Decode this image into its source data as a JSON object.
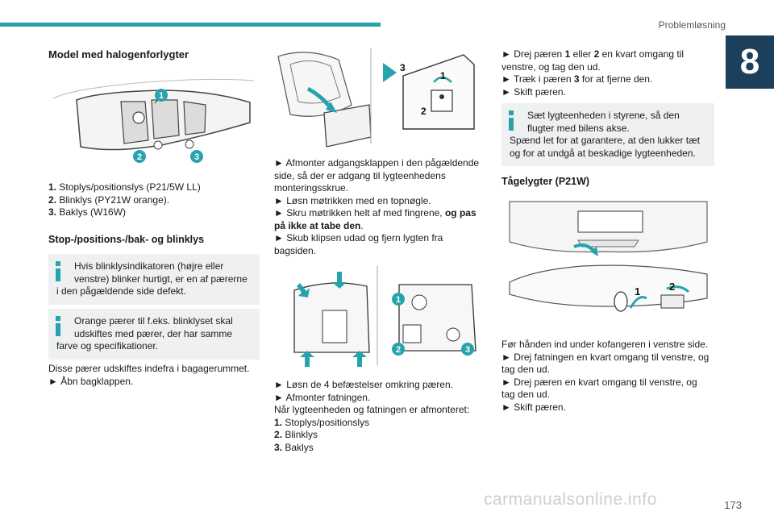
{
  "header": {
    "section": "Problemløsning",
    "chapter": "8"
  },
  "col1": {
    "heading": "Model med halogenforlygter",
    "list": [
      {
        "n": "1.",
        "t": "Stoplys/positionslys (P21/5W LL)"
      },
      {
        "n": "2.",
        "t": "Blinklys (PY21W orange)."
      },
      {
        "n": "3.",
        "t": "Baklys (W16W)"
      }
    ],
    "subheading": "Stop-/positions-/bak- og blinklys",
    "note1_l1": "Hvis blinklysindikatoren (højre eller",
    "note1_l2": "venstre) blinker hurtigt, er en af pærerne",
    "note1_l3": "i den pågældende side defekt.",
    "note2_l1": "Orange pærer til f.eks. blinklyset skal",
    "note2_l2": "udskiftes med pærer, der har samme",
    "note2_l3": "farve og specifikationer.",
    "p1": "Disse pærer udskiftes indefra i bagagerummet.",
    "p2": "► Åbn bagklappen."
  },
  "col2": {
    "s1_l1": "► Afmonter adgangsklappen i den pågældende",
    "s1_l2": "side, så der er adgang til lygteenhedens",
    "s1_l3": "monteringsskrue.",
    "s2": "► Løsn møtrikken med en topnøgle.",
    "s3_pre": "► Skru møtrikken helt af med fingrene, ",
    "s3_bold1": "og pas",
    "s3_bold2": "på ikke at tabe den",
    "s3_post": ".",
    "s4_l1": "► Skub klipsen udad og fjern lygten fra",
    "s4_l2": "bagsiden.",
    "s5": "► Løsn de 4 befæstelser omkring pæren.",
    "s6": "► Afmonter fatningen.",
    "s7": "Når lygteenheden og fatningen er afmonteret:",
    "list": [
      {
        "n": "1.",
        "t": "Stoplys/positionslys"
      },
      {
        "n": "2.",
        "t": "Blinklys"
      },
      {
        "n": "3.",
        "t": "Baklys"
      }
    ]
  },
  "col3": {
    "s1_pre": "► Drej pæren ",
    "s1_b1": "1",
    "s1_mid": " eller ",
    "s1_b2": "2",
    "s1_post": " en kvart omgang til",
    "s1_l2": "venstre, og tag den ud.",
    "s2_pre": "► Træk i pæren ",
    "s2_b": "3",
    "s2_post": " for at fjerne den.",
    "s3": "► Skift pæren.",
    "note_l1": "Sæt lygteenheden i styrene, så den",
    "note_l2": "flugter med bilens akse.",
    "note_l3": "Spænd let for at garantere, at den lukker tæt",
    "note_l4": "og for at undgå at beskadige lygteenheden.",
    "heading": "Tågelygter (P21W)",
    "p1": "Før hånden ind under kofangeren i venstre side.",
    "p2_l1": "► Drej fatningen en kvart omgang til venstre, og",
    "p2_l2": "tag den ud.",
    "p3_l1": "► Drej pæren en kvart omgang til venstre, og",
    "p3_l2": "tag den ud.",
    "p4": "► Skift pæren."
  },
  "figures": {
    "f1_labels": [
      "1",
      "2",
      "3"
    ],
    "f2_labels": [
      "1",
      "2",
      "3"
    ],
    "f3_labels": [
      "1",
      "2",
      "3"
    ],
    "f4_labels": [
      "1",
      "2"
    ]
  },
  "footer": {
    "page": "173",
    "watermark": "carmanualsonline.info"
  }
}
